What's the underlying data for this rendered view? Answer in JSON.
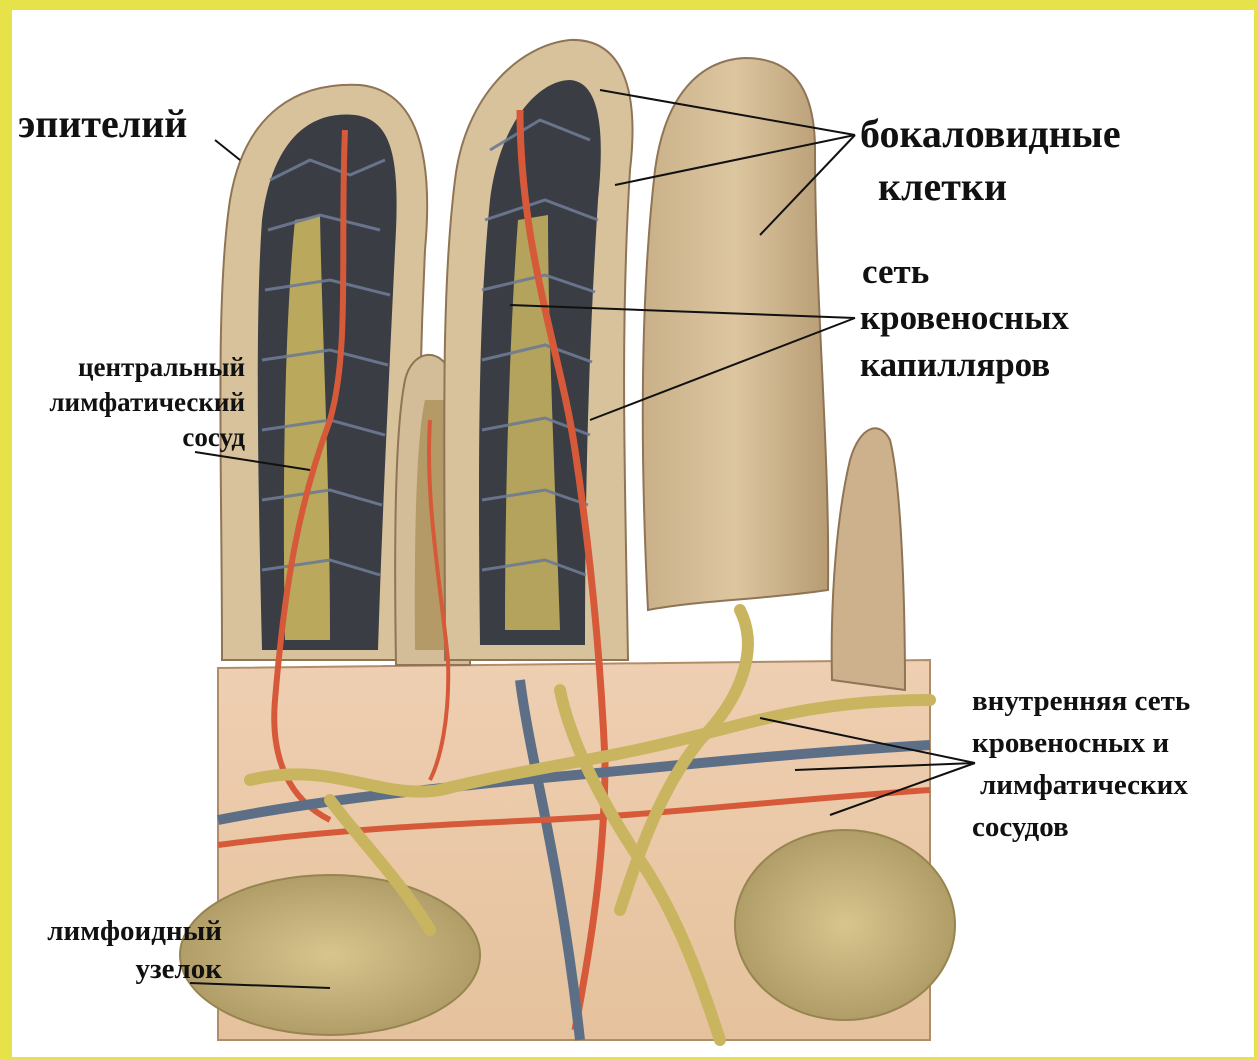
{
  "labels": {
    "epithelium": "эпителий",
    "goblet_line1": "бокаловидные",
    "goblet_line2": "клетки",
    "capillary_line1": "сеть",
    "capillary_line2": "кровеносных",
    "capillary_line3": "капилляров",
    "central_line1": "центральный",
    "central_line2": "лимфатический",
    "central_line3": "сосуд",
    "inner_line1": "внутренняя сеть",
    "inner_line2": "кровеносных и",
    "inner_line3": "лимфатических",
    "inner_line4": "сосудов",
    "node_line1": "лимфоидный",
    "node_line2": "узелок"
  },
  "colors": {
    "frame": "#e6e24a",
    "tissue": "#c7ab82",
    "epithelium": "#d8c29c",
    "submucosa": "#ecc9a8",
    "lymph_vessel": "#c9b560",
    "artery": "#d65a3a",
    "vein": "#5d6f86",
    "capillary_network": "#2c3440"
  }
}
